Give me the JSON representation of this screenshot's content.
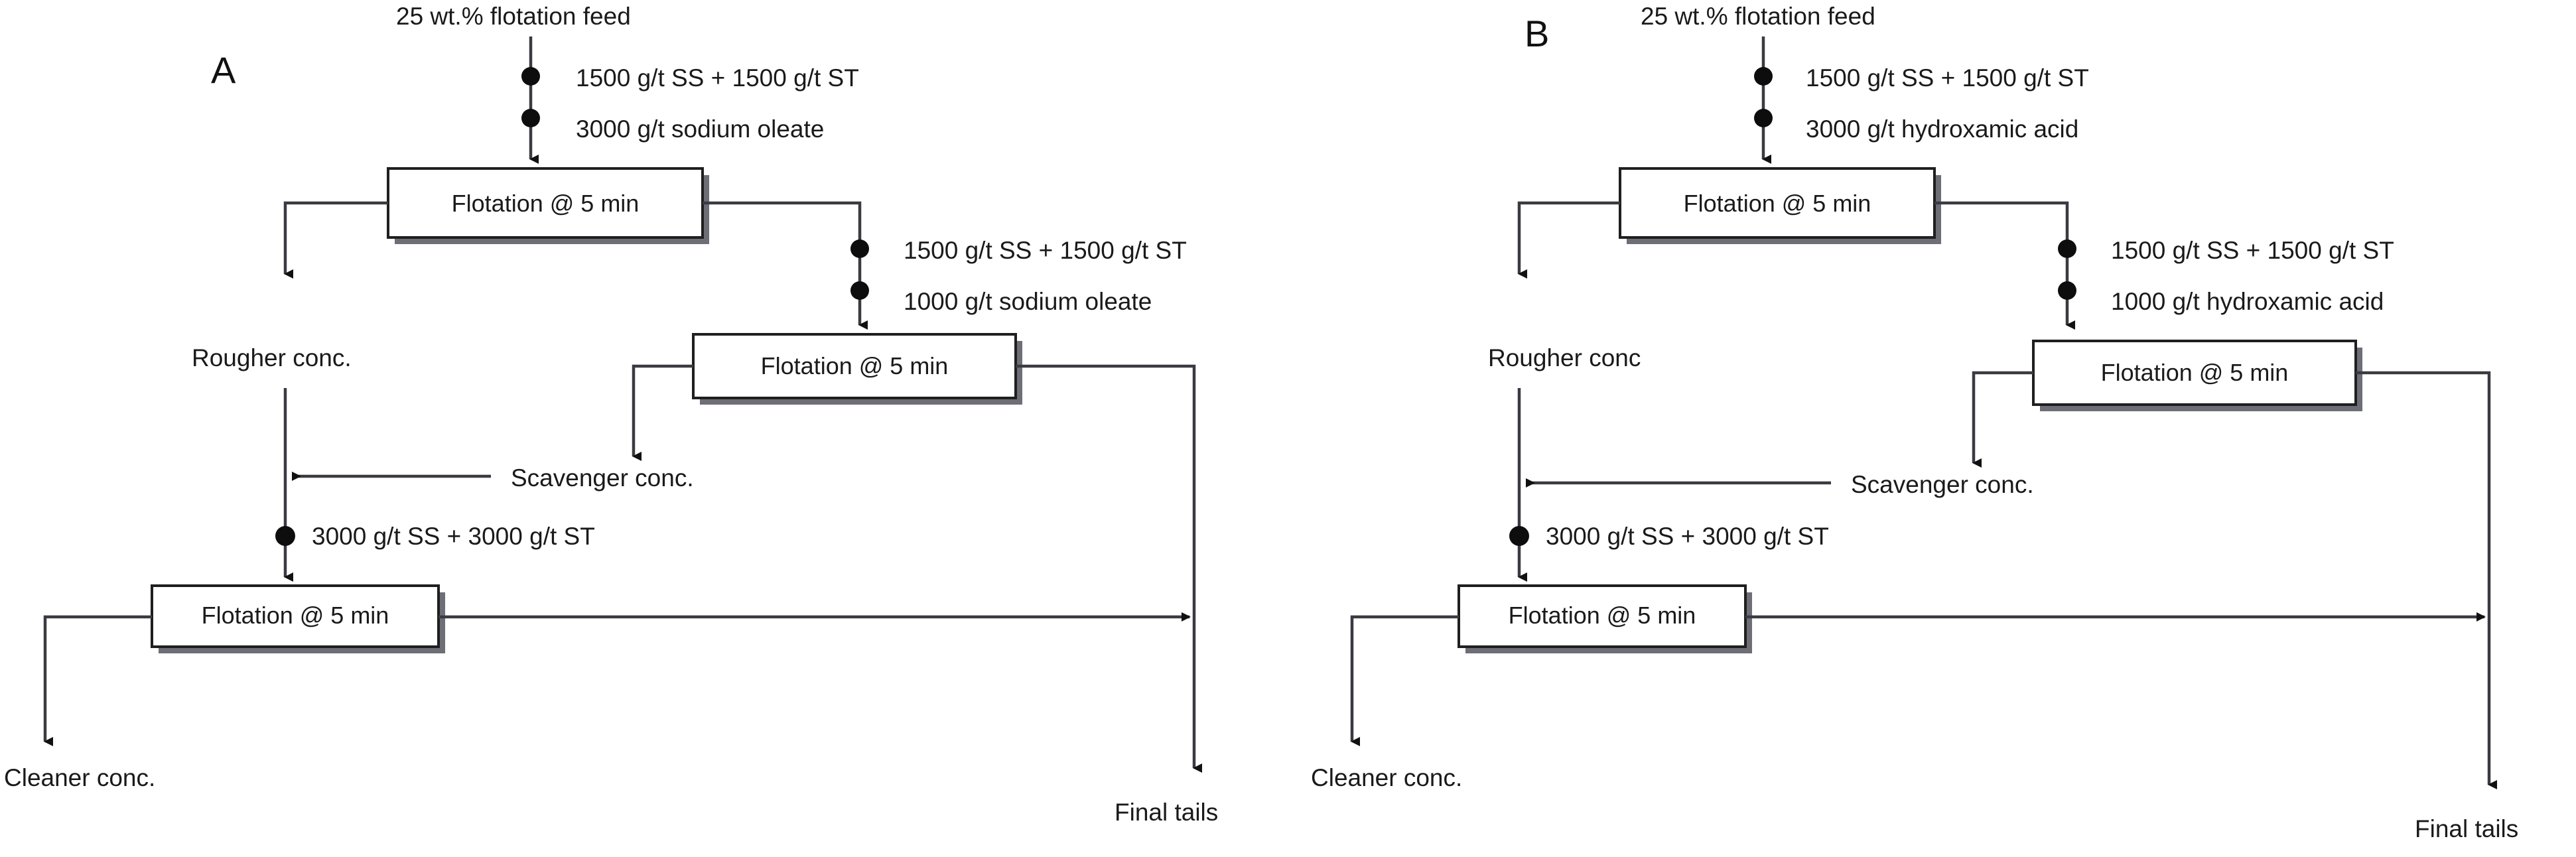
{
  "figure": {
    "background": "#ffffff",
    "line_color": "#3a3a42",
    "box_border_color": "#1f1f1f",
    "text_color": "#1a1a1a"
  },
  "panels": [
    {
      "letter": "A",
      "feed_label": "25 wt.% flotation feed",
      "rougher_reagents": [
        "1500 g/t SS + 1500 g/t ST",
        "3000 g/t sodium oleate"
      ],
      "rougher_box_label": "Flotation @ 5 min",
      "rougher_conc_label": "Rougher conc.",
      "scavenger_reagents": [
        "1500 g/t SS + 1500 g/t ST",
        "1000 g/t sodium oleate"
      ],
      "scavenger_box_label": "Flotation @ 5 min",
      "scavenger_conc_label": "Scavenger conc.",
      "cleaner_reagent": "3000 g/t SS + 3000 g/t ST",
      "cleaner_box_label": "Flotation @ 5 min",
      "cleaner_conc_label": "Cleaner conc.",
      "final_tails_label": "Final tails"
    },
    {
      "letter": "B",
      "feed_label": "25 wt.% flotation feed",
      "rougher_reagents": [
        "1500 g/t SS + 1500 g/t ST",
        "3000 g/t hydroxamic acid"
      ],
      "rougher_box_label": "Flotation @ 5 min",
      "rougher_conc_label": "Rougher conc",
      "scavenger_reagents": [
        "1500 g/t SS + 1500 g/t ST",
        "1000 g/t hydroxamic acid"
      ],
      "scavenger_box_label": "Flotation @ 5 min",
      "scavenger_conc_label": "Scavenger conc.",
      "cleaner_reagent": "3000 g/t SS + 3000 g/t ST",
      "cleaner_box_label": "Flotation @ 5 min",
      "cleaner_conc_label": "Cleaner conc.",
      "final_tails_label": "Final tails"
    }
  ]
}
